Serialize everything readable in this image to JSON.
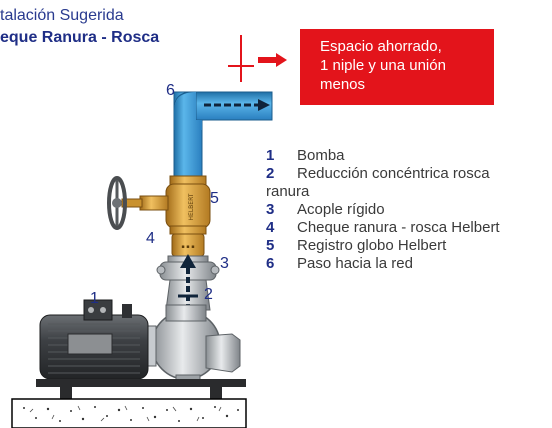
{
  "header": {
    "title_line1": "talación Sugerida",
    "title_line2": "eque Ranura - Rosca"
  },
  "callout": {
    "lines": [
      "Espacio   ahorrado,",
      "1 niple y una unión",
      "menos"
    ],
    "bg_color": "#e3141b"
  },
  "diagram_labels": {
    "n1": "1",
    "n2": "2",
    "n3": "3",
    "n4": "4",
    "n5": "5",
    "n6": "6",
    "valve_text": "HELBERT"
  },
  "legend": [
    {
      "num": "1",
      "text": "Bomba"
    },
    {
      "num": "2",
      "text": "Reducción concéntrica rosca",
      "text2": "ranura"
    },
    {
      "num": "3",
      "text": "Acople rígido"
    },
    {
      "num": "4",
      "text": "Cheque ranura - rosca Helbert"
    },
    {
      "num": "5",
      "text": "Registro globo Helbert"
    },
    {
      "num": "6",
      "text": "Paso hacia la red"
    }
  ],
  "colors": {
    "pipe_blue": "#3d9ed6",
    "brass": "#d9a23a",
    "accent_red": "#e3141b",
    "label_blue": "#1f2e86"
  }
}
